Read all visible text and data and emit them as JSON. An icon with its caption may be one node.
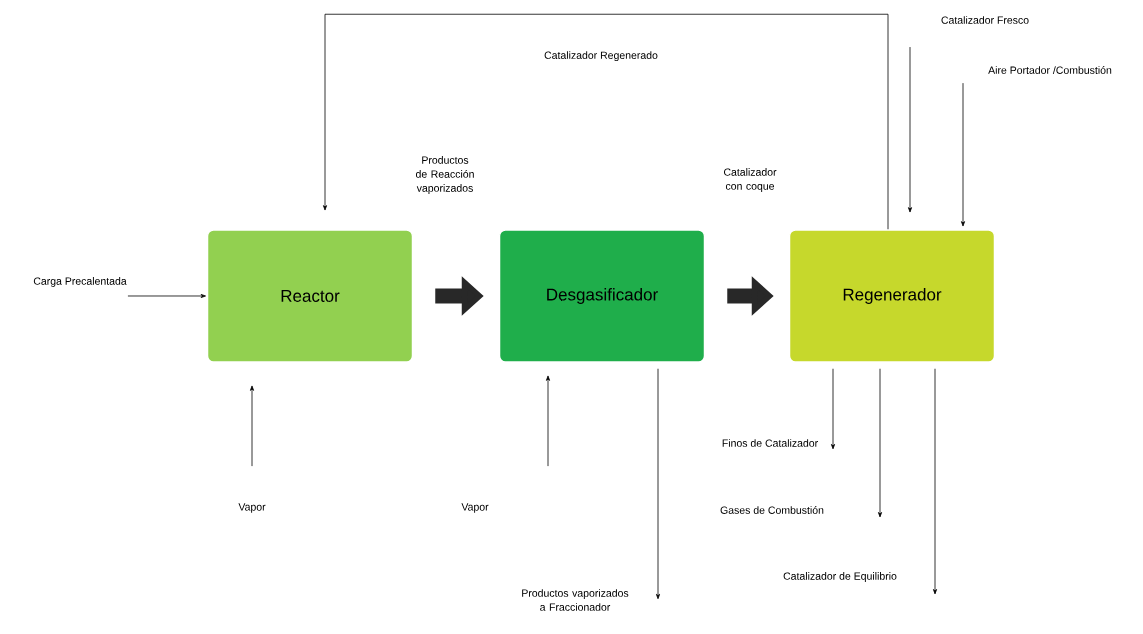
{
  "diagram": {
    "nodes": [
      {
        "text": [
          "Reactor"
        ]
      },
      {
        "text": [
          "Desgasificador"
        ]
      },
      {
        "text": [
          "Regenerador"
        ]
      },
      {
        "text": [
          "Carga Precalentada"
        ]
      },
      {
        "text": [
          "Vapor"
        ]
      },
      {
        "text": [
          "Vapor"
        ]
      },
      {
        "text": [
          "Catalizador Fresco"
        ]
      },
      {
        "text": [
          "Aire Portador /Combustión"
        ]
      },
      {
        "text": [
          "Productos vaporizados a Fraccionador"
        ]
      },
      {
        "text": [
          "Finos de Catalizador"
        ]
      },
      {
        "text": [
          "Gases de Combustión"
        ]
      },
      {
        "text": [
          "Catalizador de Equilibrio"
        ]
      }
    ],
    "edges": [
      {
        "from": 0,
        "to": 1,
        "arrow": "to",
        "style": "thick"
      },
      {
        "from": 1,
        "to": 2,
        "arrow": "to",
        "style": "thick"
      },
      {
        "from": 2,
        "to": 0,
        "arrow": "to",
        "label": "Catalizador Regenerado"
      },
      {
        "from": 3,
        "to": 0,
        "arrow": "to"
      },
      {
        "from": 4,
        "to": 0,
        "arrow": "to"
      },
      {
        "from": 5,
        "to": 1,
        "arrow": "to"
      },
      {
        "from": 6,
        "to": 2,
        "arrow": "to"
      },
      {
        "from": 7,
        "to": 2,
        "arrow": "to"
      },
      {
        "from": 1,
        "to": 8,
        "arrow": "to"
      },
      {
        "from": 2,
        "to": 9,
        "arrow": "to"
      },
      {
        "from": 2,
        "to": 10,
        "arrow": "to"
      },
      {
        "from": 2,
        "to": 11,
        "arrow": "to"
      }
    ],
    "labels": [
      "Productos de Reacción vaporizados",
      "Catalizador con coque"
    ]
  }
}
